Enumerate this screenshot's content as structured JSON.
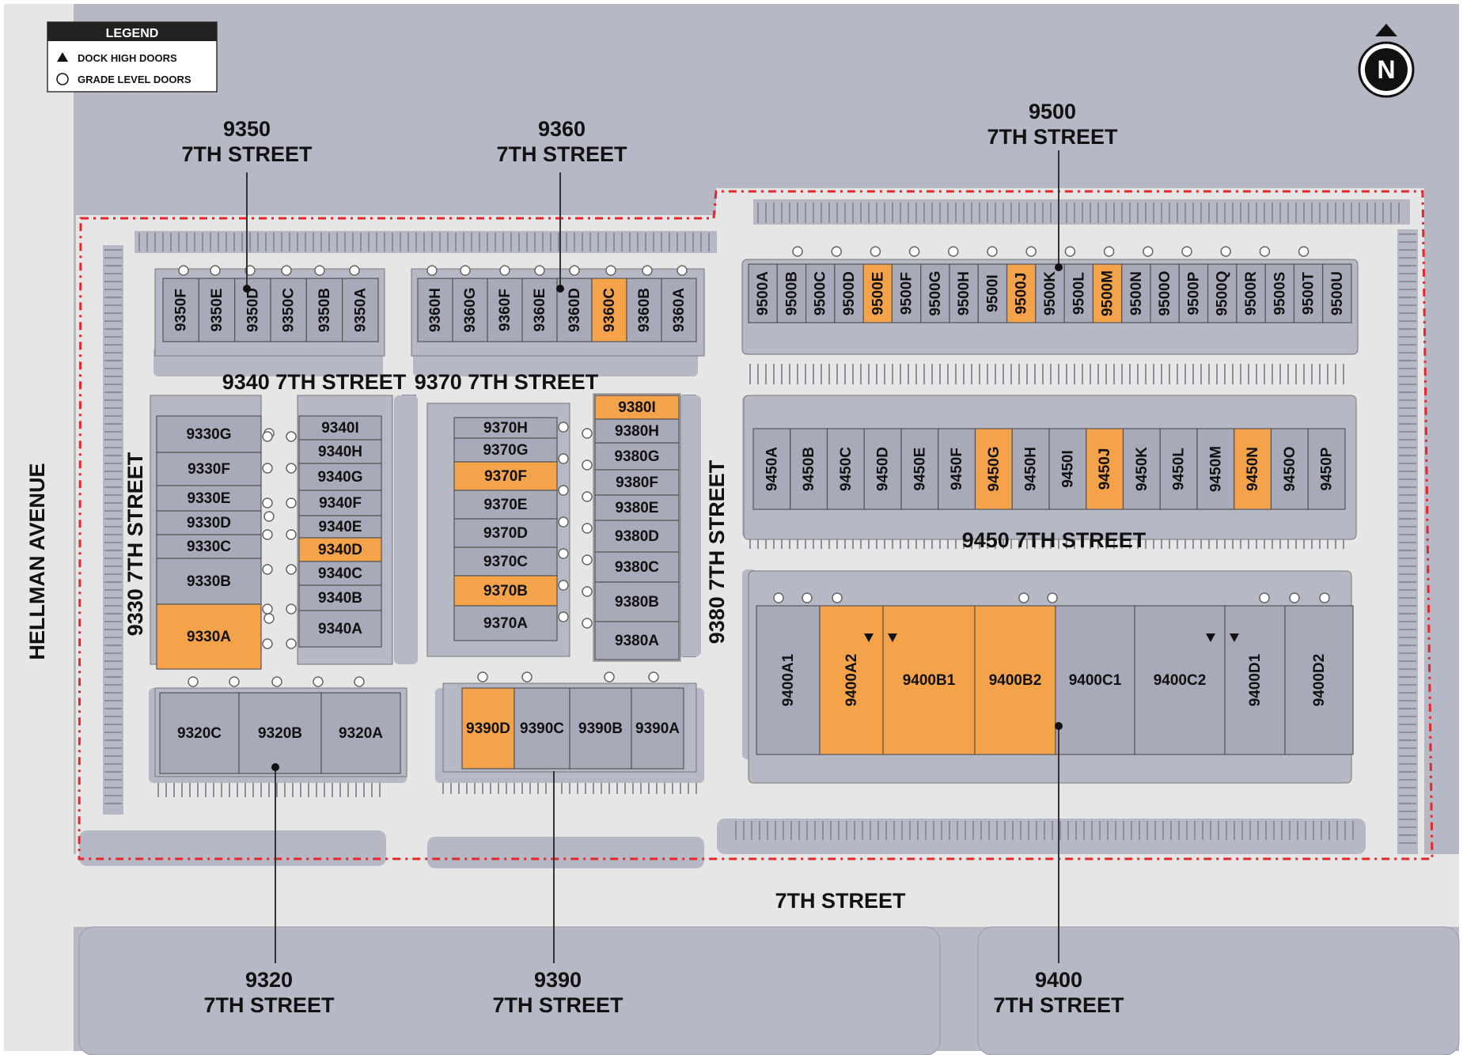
{
  "legend": {
    "title": "LEGEND",
    "dock": "DOCK HIGH DOORS",
    "grade": "GRADE LEVEL DOORS"
  },
  "north": "N",
  "streets": {
    "hellman": "HELLMAN AVENUE",
    "seventh": "7TH STREET",
    "s9330": "9330 7TH STREET",
    "s9340": "9340 7TH STREET",
    "s9370": "9370 7TH STREET",
    "s9380": "9380 7TH STREET",
    "s9450": "9450 7TH STREET"
  },
  "addresses": {
    "a9350": {
      "num": "9350",
      "street": "7TH STREET"
    },
    "a9360": {
      "num": "9360",
      "street": "7TH STREET"
    },
    "a9500": {
      "num": "9500",
      "street": "7TH STREET"
    },
    "a9320": {
      "num": "9320",
      "street": "7TH STREET"
    },
    "a9390": {
      "num": "9390",
      "street": "7TH STREET"
    },
    "a9400": {
      "num": "9400",
      "street": "7TH STREET"
    }
  },
  "colors": {
    "available": "#f4a34b",
    "leased": "#a9aab9",
    "background": "#b7b8c6",
    "ground": "#e6e6e6",
    "boundary": "#e5262b"
  },
  "units": {
    "b9350": [
      {
        "id": "9350F",
        "available": false
      },
      {
        "id": "9350E",
        "available": false
      },
      {
        "id": "9350D",
        "available": false
      },
      {
        "id": "9350C",
        "available": false
      },
      {
        "id": "9350B",
        "available": false
      },
      {
        "id": "9350A",
        "available": false
      }
    ],
    "b9360": [
      {
        "id": "9360H",
        "available": false
      },
      {
        "id": "9360G",
        "available": false
      },
      {
        "id": "9360F",
        "available": false
      },
      {
        "id": "9360E",
        "available": false
      },
      {
        "id": "9360D",
        "available": false
      },
      {
        "id": "9360C",
        "available": true
      },
      {
        "id": "9360B",
        "available": false
      },
      {
        "id": "9360A",
        "available": false
      }
    ],
    "b9500": [
      {
        "id": "9500A",
        "available": false
      },
      {
        "id": "9500B",
        "available": false
      },
      {
        "id": "9500C",
        "available": false
      },
      {
        "id": "9500D",
        "available": false
      },
      {
        "id": "9500E",
        "available": true
      },
      {
        "id": "9500F",
        "available": false
      },
      {
        "id": "9500G",
        "available": false
      },
      {
        "id": "9500H",
        "available": false
      },
      {
        "id": "9500I",
        "available": false
      },
      {
        "id": "9500J",
        "available": true
      },
      {
        "id": "9500K",
        "available": false
      },
      {
        "id": "9500L",
        "available": false
      },
      {
        "id": "9500M",
        "available": true
      },
      {
        "id": "9500N",
        "available": false
      },
      {
        "id": "9500O",
        "available": false
      },
      {
        "id": "9500P",
        "available": false
      },
      {
        "id": "9500Q",
        "available": false
      },
      {
        "id": "9500R",
        "available": false
      },
      {
        "id": "9500S",
        "available": false
      },
      {
        "id": "9500T",
        "available": false
      },
      {
        "id": "9500U",
        "available": false
      }
    ],
    "b9330": [
      {
        "id": "9330G",
        "available": false
      },
      {
        "id": "9330F",
        "available": false
      },
      {
        "id": "9330E",
        "available": false
      },
      {
        "id": "9330D",
        "available": false
      },
      {
        "id": "9330C",
        "available": false
      },
      {
        "id": "9330B",
        "available": false
      },
      {
        "id": "9330A",
        "available": true
      }
    ],
    "b9340": [
      {
        "id": "9340I",
        "available": false
      },
      {
        "id": "9340H",
        "available": false
      },
      {
        "id": "9340G",
        "available": false
      },
      {
        "id": "9340F",
        "available": false
      },
      {
        "id": "9340E",
        "available": false
      },
      {
        "id": "9340D",
        "available": true
      },
      {
        "id": "9340C",
        "available": false
      },
      {
        "id": "9340B",
        "available": false
      },
      {
        "id": "9340A",
        "available": false
      }
    ],
    "b9370": [
      {
        "id": "9370H",
        "available": false
      },
      {
        "id": "9370G",
        "available": false
      },
      {
        "id": "9370F",
        "available": true
      },
      {
        "id": "9370E",
        "available": false
      },
      {
        "id": "9370D",
        "available": false
      },
      {
        "id": "9370C",
        "available": false
      },
      {
        "id": "9370B",
        "available": true
      },
      {
        "id": "9370A",
        "available": false
      }
    ],
    "b9380": [
      {
        "id": "9380I",
        "available": true
      },
      {
        "id": "9380H",
        "available": false
      },
      {
        "id": "9380G",
        "available": false
      },
      {
        "id": "9380F",
        "available": false
      },
      {
        "id": "9380E",
        "available": false
      },
      {
        "id": "9380D",
        "available": false
      },
      {
        "id": "9380C",
        "available": false
      },
      {
        "id": "9380B",
        "available": false
      },
      {
        "id": "9380A",
        "available": false
      }
    ],
    "b9450": [
      {
        "id": "9450A",
        "available": false
      },
      {
        "id": "9450B",
        "available": false
      },
      {
        "id": "9450C",
        "available": false
      },
      {
        "id": "9450D",
        "available": false
      },
      {
        "id": "9450E",
        "available": false
      },
      {
        "id": "9450F",
        "available": false
      },
      {
        "id": "9450G",
        "available": true
      },
      {
        "id": "9450H",
        "available": false
      },
      {
        "id": "9450I",
        "available": false
      },
      {
        "id": "9450J",
        "available": true
      },
      {
        "id": "9450K",
        "available": false
      },
      {
        "id": "9450L",
        "available": false
      },
      {
        "id": "9450M",
        "available": false
      },
      {
        "id": "9450N",
        "available": true
      },
      {
        "id": "9450O",
        "available": false
      },
      {
        "id": "9450P",
        "available": false
      }
    ],
    "b9320": [
      {
        "id": "9320C",
        "available": false
      },
      {
        "id": "9320B",
        "available": false
      },
      {
        "id": "9320A",
        "available": false
      }
    ],
    "b9390": [
      {
        "id": "9390D",
        "available": true
      },
      {
        "id": "9390C",
        "available": false
      },
      {
        "id": "9390B",
        "available": false
      },
      {
        "id": "9390A",
        "available": false
      }
    ],
    "b9400": [
      {
        "id": "9400A1",
        "available": false
      },
      {
        "id": "9400A2",
        "available": true
      },
      {
        "id": "9400B1",
        "available": true
      },
      {
        "id": "9400B2",
        "available": true
      },
      {
        "id": "9400C1",
        "available": false
      },
      {
        "id": "9400C2",
        "available": false
      },
      {
        "id": "9400D1",
        "available": false
      },
      {
        "id": "9400D2",
        "available": false
      }
    ]
  }
}
